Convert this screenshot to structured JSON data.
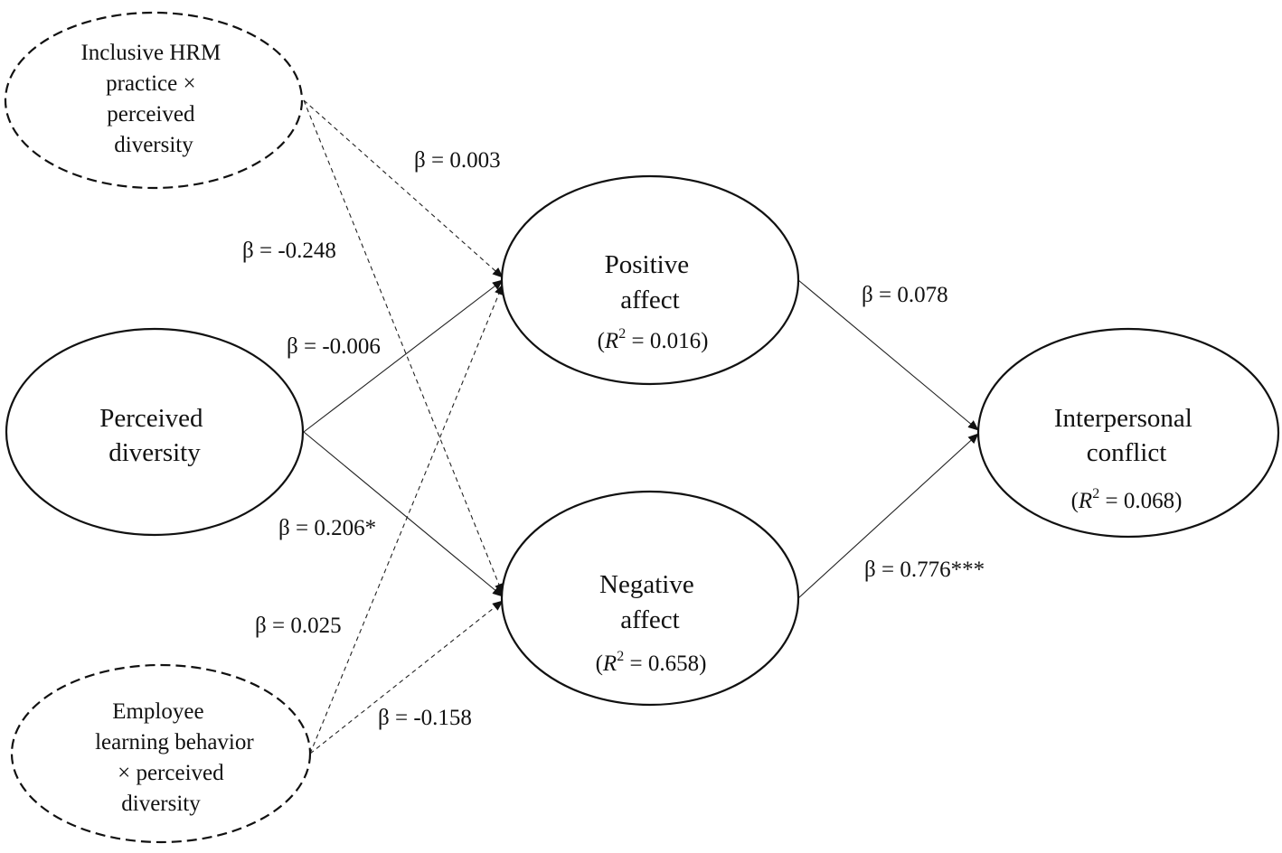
{
  "diagram": {
    "nodes": {
      "interaction_hrm": {
        "lines": [
          "Inclusive HRM",
          "practice ×",
          "perceived",
          "diversity"
        ]
      },
      "perceived_diversity": {
        "lines": [
          "Perceived",
          "diversity"
        ]
      },
      "interaction_learning": {
        "lines": [
          "Employee",
          "learning behavior",
          "× perceived",
          "diversity"
        ]
      },
      "positive_affect": {
        "lines": [
          "Positive",
          "affect"
        ],
        "r2": "0.016"
      },
      "negative_affect": {
        "lines": [
          "Negative",
          "affect"
        ],
        "r2": "0.658"
      },
      "interpersonal_conflict": {
        "lines": [
          "Interpersonal",
          "conflict"
        ],
        "r2": "0.068"
      }
    },
    "r2_prefix": "(",
    "r2_symbol": "R",
    "r2_exponent": "2",
    "r2_equals": " = ",
    "r2_suffix": ")",
    "edges": [
      {
        "from": "interaction_hrm",
        "to": "positive_affect",
        "style": "dashed",
        "label": "β = 0.003"
      },
      {
        "from": "interaction_hrm",
        "to": "negative_affect",
        "style": "dashed",
        "label": "β = -0.248"
      },
      {
        "from": "perceived_diversity",
        "to": "positive_affect",
        "style": "solid",
        "label": "β = -0.006"
      },
      {
        "from": "perceived_diversity",
        "to": "negative_affect",
        "style": "solid",
        "label": "β = 0.206*"
      },
      {
        "from": "interaction_learning",
        "to": "positive_affect",
        "style": "dashed",
        "label": "β = 0.025"
      },
      {
        "from": "interaction_learning",
        "to": "negative_affect",
        "style": "dashed",
        "label": "β = -0.158"
      },
      {
        "from": "positive_affect",
        "to": "interpersonal_conflict",
        "style": "solid",
        "label": "β = 0.078"
      },
      {
        "from": "negative_affect",
        "to": "interpersonal_conflict",
        "style": "solid",
        "label": "β = 0.776***"
      }
    ]
  }
}
